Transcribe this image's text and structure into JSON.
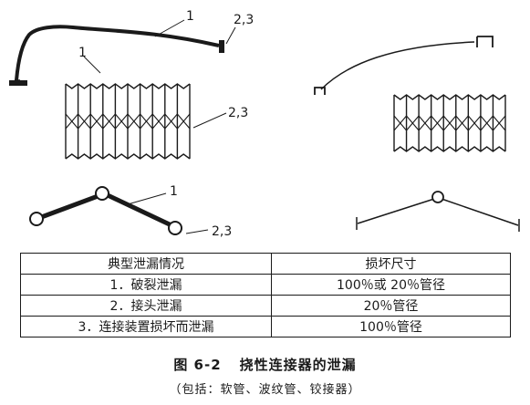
{
  "diagram": {
    "labels": {
      "hose_top": "1",
      "hose_top_end": "2,3",
      "bellows_left": "1",
      "bellows_right": "2,3",
      "joint_1": "1",
      "joint_23": "2,3"
    }
  },
  "table": {
    "headers": [
      "典型泄漏情况",
      "损坏尺寸"
    ],
    "rows": [
      [
        "1．破裂泄漏",
        "100％或 20％管径"
      ],
      [
        "2．接头泄漏",
        "20％管径"
      ],
      [
        "3．连接装置损坏而泄漏",
        "100％管径"
      ]
    ]
  },
  "caption": {
    "number": "图 6-2",
    "title": "挠性连接器的泄漏",
    "subtitle": "（包括：软管、波纹管、铰接器）"
  }
}
